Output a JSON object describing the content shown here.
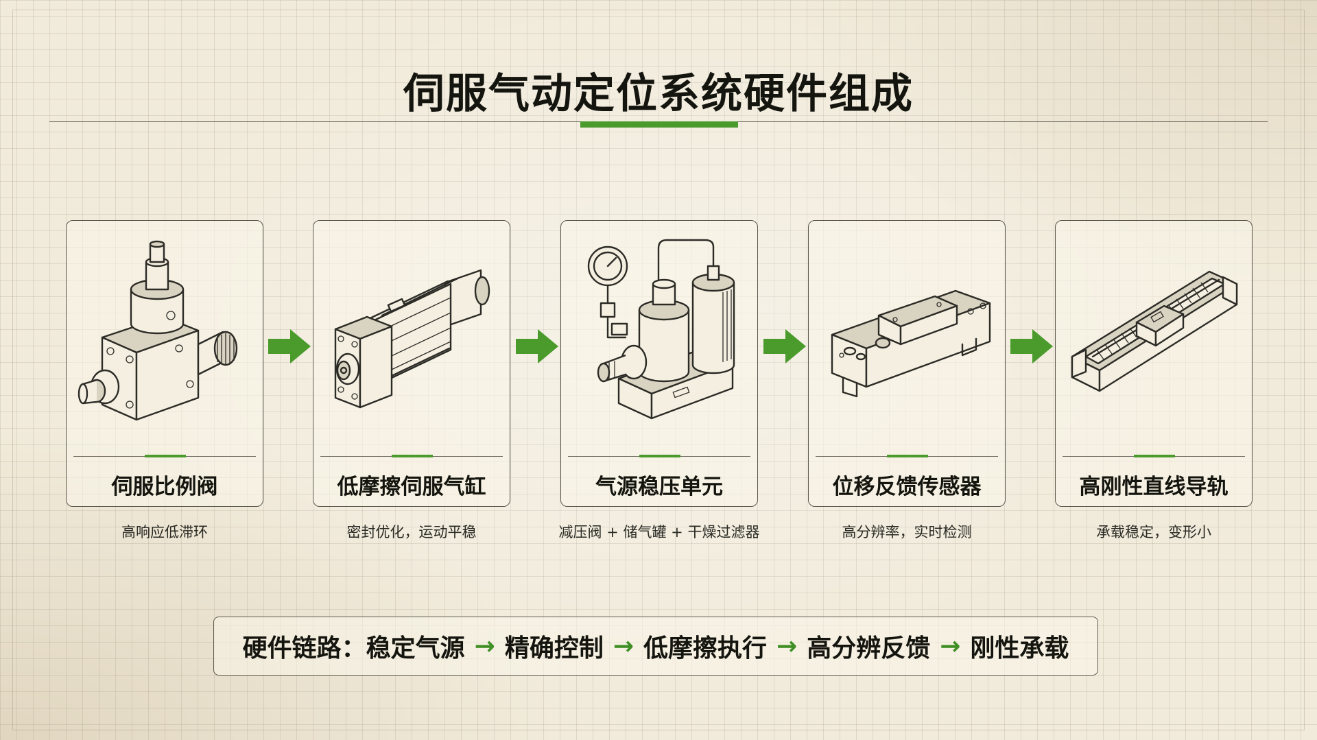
{
  "title": "伺服气动定位系统硬件组成",
  "colors": {
    "accent": "#4a9a2c",
    "ink": "#15150f",
    "paper": "#f1ebdb"
  },
  "components": [
    {
      "name": "伺服比例阀",
      "desc": "高响应低滞环",
      "icon": "servo-proportional-valve-icon"
    },
    {
      "name": "低摩擦伺服气缸",
      "desc": "密封优化，运动平稳",
      "icon": "pneumatic-cylinder-icon"
    },
    {
      "name": "气源稳压单元",
      "desc": "减压阀 + 储气罐 + 干燥过滤器",
      "icon": "air-supply-unit-icon"
    },
    {
      "name": "位移反馈传感器",
      "desc": "高分辨率，实时检测",
      "icon": "displacement-sensor-icon"
    },
    {
      "name": "高刚性直线导轨",
      "desc": "承载稳定，变形小",
      "icon": "linear-guide-icon"
    }
  ],
  "flow_arrow_icon": "right-arrow-icon",
  "chain": {
    "label": "硬件链路：",
    "steps": [
      "稳定气源",
      "精确控制",
      "低摩擦执行",
      "高分辨反馈",
      "刚性承载"
    ],
    "separator": "→"
  }
}
